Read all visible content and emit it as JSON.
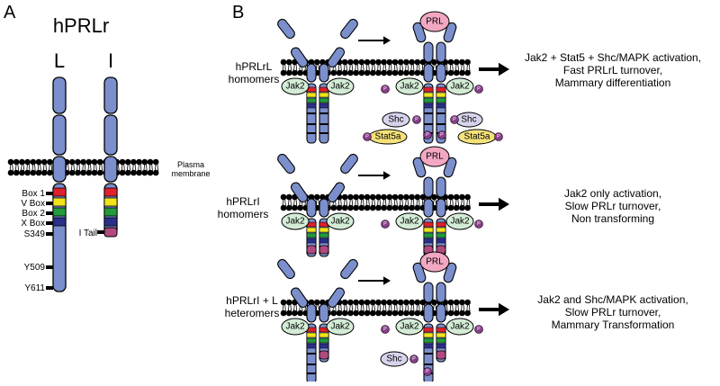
{
  "panel_a": {
    "letter": "A",
    "title": "hPRLr",
    "receptor_l_label": "L",
    "receptor_i_label": "I",
    "membrane_label": [
      "Plasma",
      "membrane"
    ],
    "box_labels": [
      "Box 1",
      "V Box",
      "Box 2",
      "X Box",
      "S349",
      "Y509",
      "Y611"
    ],
    "i_tail_label": "I Tail"
  },
  "panel_b": {
    "letter": "B",
    "prl_label": "PRL",
    "jak2_label": "Jak2",
    "phospho_label": "P",
    "shc_label": "Shc",
    "stat5a_label": "Stat5a",
    "rows": [
      {
        "left_label": [
          "hPRLrL",
          "homomers"
        ],
        "outcome": [
          "Jak2 + Stat5 + Shc/MAPK activation,",
          "Fast PRLrL turnover,",
          "Mammary differentiation"
        ]
      },
      {
        "left_label": [
          "hPRLrI",
          "homomers"
        ],
        "outcome": [
          "Jak2 only activation,",
          "Slow PRLr turnover,",
          "Non transforming"
        ]
      },
      {
        "left_label": [
          "hPRLrI + L",
          "heteromers"
        ],
        "outcome": [
          "Jak2 and Shc/MAPK activation,",
          "Slow PRLr turnover,",
          "Mammary Transformation"
        ]
      }
    ]
  },
  "colors": {
    "receptor": "#7b8fcc",
    "jak2": "#d4ecd6",
    "prl": "#f2a7c3",
    "phospho": "#8a3d8c",
    "shc": "#d8d3ec",
    "stat5a": "#f4e27a",
    "box1": "#e0202a",
    "vbox": "#f3e41a",
    "box2": "#239a3c",
    "xbox": "#2a2f8a",
    "itail": "#b04a7e"
  }
}
